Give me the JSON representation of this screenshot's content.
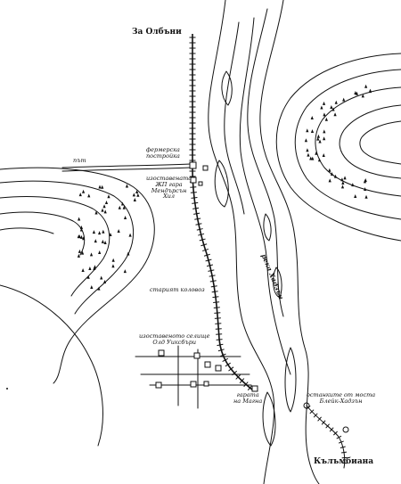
{
  "map": {
    "labels": {
      "north_town": "За Олбъни",
      "south_town": "Кълъмбиана",
      "river": "река Хадзън",
      "farm_station": [
        "фермерска",
        "постройка"
      ],
      "old_station": [
        "изоставената",
        "ЖП гара",
        "Мендърсън",
        "Хил"
      ],
      "old_road": "старият коловоз",
      "village": [
        "изоставеното селище",
        "Олд Уиксбъри"
      ],
      "station_magna": [
        "гарата",
        "на Магна"
      ],
      "bridge_remains": [
        "останките от моста",
        "Блейк-Хадзън"
      ],
      "track": "път"
    },
    "colors": {
      "ink": "#111111",
      "paper": "#ffffff"
    }
  }
}
